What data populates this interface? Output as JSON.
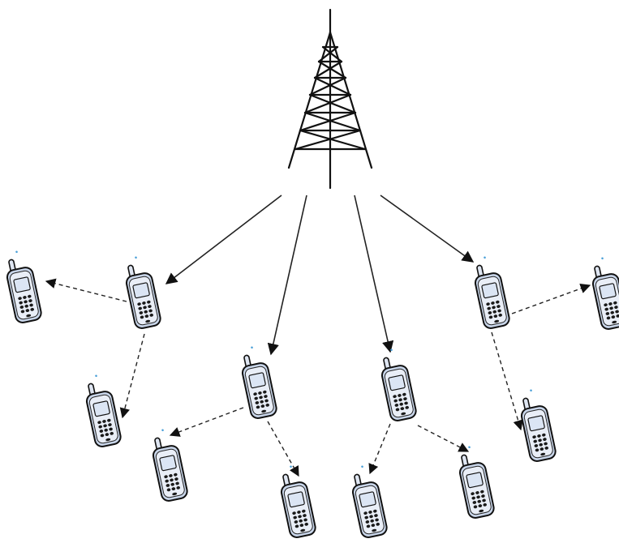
{
  "diagram": {
    "type": "cellular-multihop-relay",
    "nodes": [
      {
        "id": "tower",
        "kind": "base-station-tower"
      },
      {
        "id": "p1",
        "kind": "mobile-phone",
        "tier": 2
      },
      {
        "id": "p2",
        "kind": "mobile-phone",
        "tier": 1
      },
      {
        "id": "p3",
        "kind": "mobile-phone",
        "tier": 2
      },
      {
        "id": "p4",
        "kind": "mobile-phone",
        "tier": 2
      },
      {
        "id": "p5",
        "kind": "mobile-phone",
        "tier": 1
      },
      {
        "id": "p6",
        "kind": "mobile-phone",
        "tier": 2
      },
      {
        "id": "p7",
        "kind": "mobile-phone",
        "tier": 1
      },
      {
        "id": "p8",
        "kind": "mobile-phone",
        "tier": 2
      },
      {
        "id": "p9",
        "kind": "mobile-phone",
        "tier": 2
      },
      {
        "id": "p10",
        "kind": "mobile-phone",
        "tier": 1
      },
      {
        "id": "p11",
        "kind": "mobile-phone",
        "tier": 2
      },
      {
        "id": "p12",
        "kind": "mobile-phone",
        "tier": 2
      }
    ],
    "links": [
      {
        "from": "tower",
        "to": "p2",
        "style": "solid"
      },
      {
        "from": "tower",
        "to": "p5",
        "style": "solid"
      },
      {
        "from": "tower",
        "to": "p7",
        "style": "solid"
      },
      {
        "from": "tower",
        "to": "p10",
        "style": "solid"
      },
      {
        "from": "p2",
        "to": "p1",
        "style": "dashed"
      },
      {
        "from": "p2",
        "to": "p3",
        "style": "dashed"
      },
      {
        "from": "p5",
        "to": "p4",
        "style": "dashed"
      },
      {
        "from": "p5",
        "to": "p6",
        "style": "dashed"
      },
      {
        "from": "p7",
        "to": "p8",
        "style": "dashed"
      },
      {
        "from": "p7",
        "to": "p9",
        "style": "dashed"
      },
      {
        "from": "p10",
        "to": "p11",
        "style": "dashed"
      },
      {
        "from": "p10",
        "to": "p12",
        "style": "dashed"
      }
    ],
    "colors": {
      "phone_body": "#c9d6ea",
      "outline": "#111111",
      "indicator": "#4aa0d8"
    }
  }
}
